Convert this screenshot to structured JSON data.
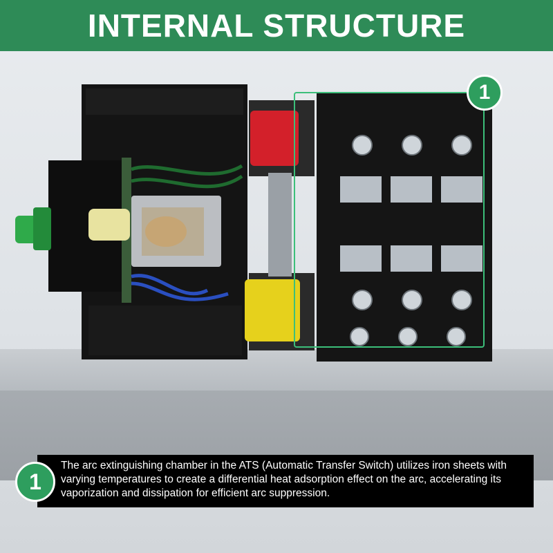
{
  "header": {
    "title": "INTERNAL STRUCTURE"
  },
  "callout": {
    "number": "1",
    "description": "The arc extinguishing chamber in the ATS (Automatic Transfer Switch) utilizes iron sheets with varying temperatures to create a differential heat adsorption effect on the arc, accelerating its vaporization and dissipation for efficient arc suppression."
  },
  "colors": {
    "accent": "#2e8b57",
    "badge": "#2e9e5e",
    "frame": "#3cbf7a",
    "description_bg": "#000000"
  },
  "icons": {
    "badge": "numbered-circle-badge"
  }
}
